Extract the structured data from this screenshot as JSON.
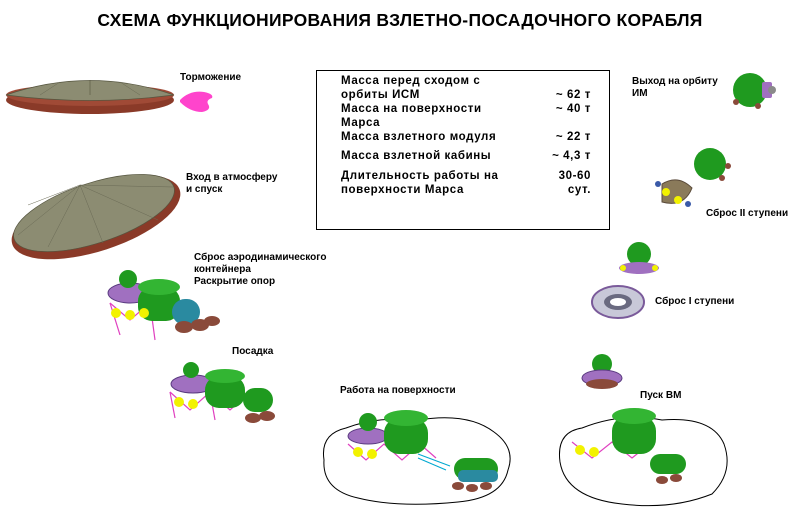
{
  "title": "СХЕМА ФУНКЦИОНИРОВАНИЯ ВЗЛЕТНО-ПОСАДОЧНОГО КОРАБЛЯ",
  "stages": {
    "braking": "Торможение",
    "entry": "Вход в атмосферу\nи спуск",
    "aeroshell_jettison": "Сброс  аэродинамического\nконтейнера\nРаскрытие опор",
    "landing": "Посадка",
    "surface_ops": "Работа на поверхности",
    "launch": "Пуск ВМ",
    "stage1_jettison": "Сброс I ступени",
    "stage2_jettison": "Сброс II ступени",
    "orbit_insertion": "Выход на орбиту\n ИМ"
  },
  "specs": [
    {
      "label": "Масса перед сходом с\nорбиты ИСМ",
      "value": "~ 62 т"
    },
    {
      "label": "Масса на поверхности\nМарса",
      "value": "~ 40 т"
    },
    {
      "label": "Масса взлетного модуля",
      "value": "~ 22 т"
    },
    {
      "label": "Масса взлетной кабины",
      "value": "~ 4,3 т"
    },
    {
      "label": "Длительность работы на\nповерхности Марса",
      "value": "30-60\nсут."
    }
  ],
  "colors": {
    "capsule_green": "#1f9a1f",
    "aeroshell_top": "#8c8c72",
    "aeroshell_rim": "#8a3a28",
    "plume_pink": "#ff44cc",
    "legs_magenta": "#e040c0",
    "sphere_yellow": "#f2f200",
    "wheel_brown": "#8a4a3a",
    "ring_purple": "#a070c0"
  }
}
